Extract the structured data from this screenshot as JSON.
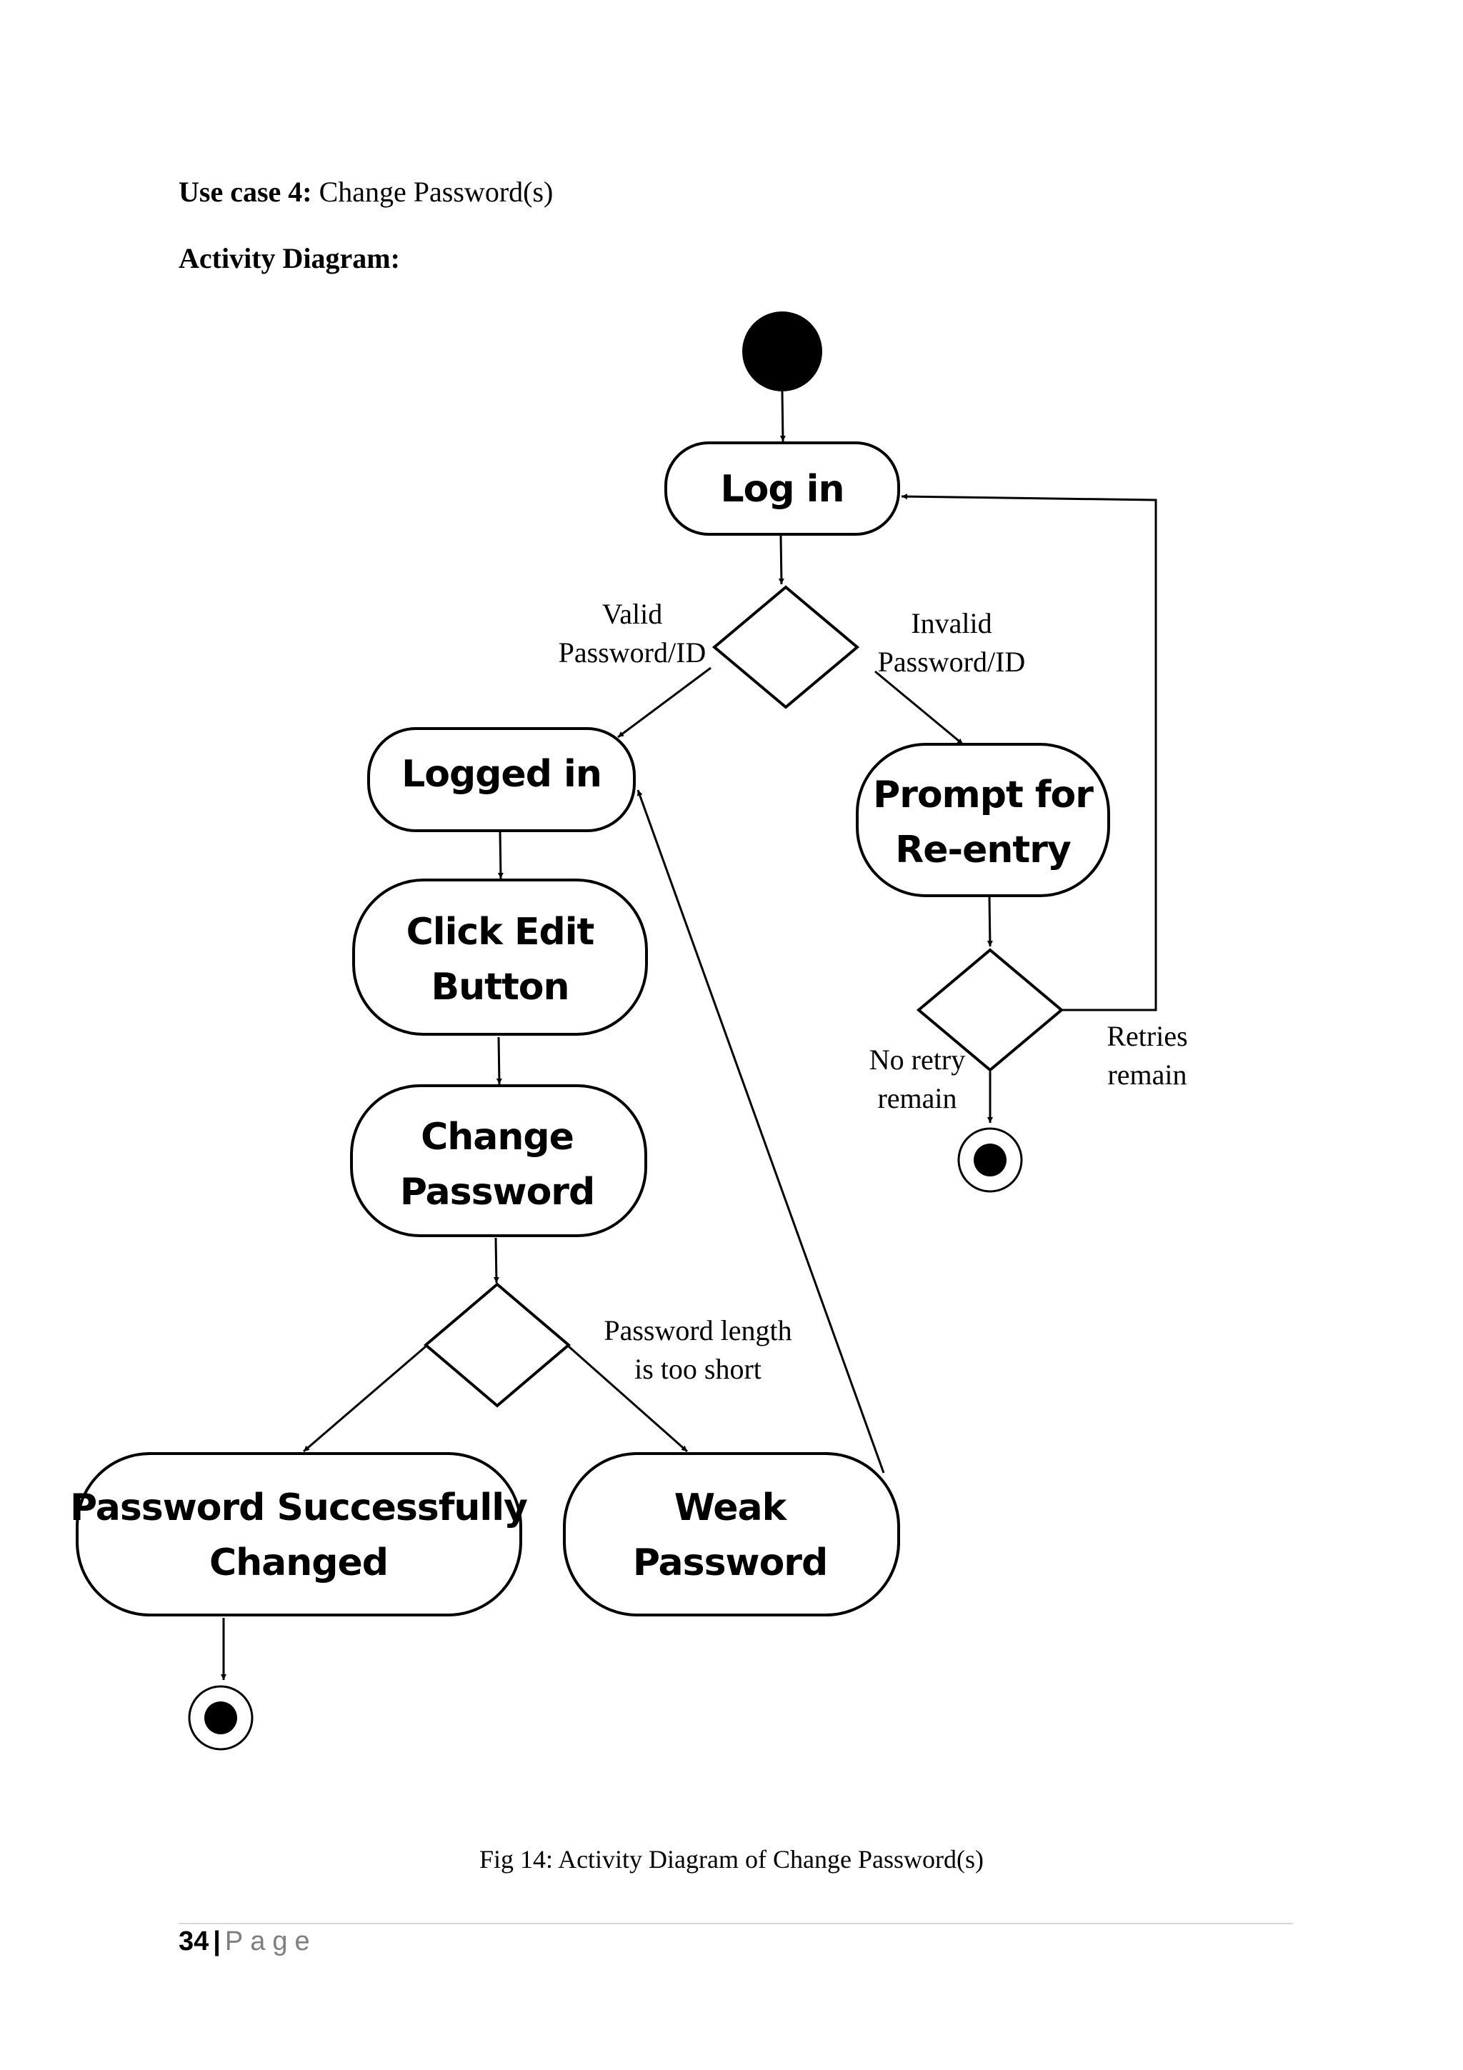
{
  "header": {
    "use_case_label": "Use case 4:",
    "use_case_title": "Change Password(s)",
    "diagram_heading": "Activity Diagram:"
  },
  "nodes": {
    "log_in": "Log in",
    "logged_in": "Logged in",
    "prompt_line1": "Prompt for",
    "prompt_line2": "Re-entry",
    "click_edit_line1": "Click Edit",
    "click_edit_line2": "Button",
    "change_pw_line1": "Change",
    "change_pw_line2": "Password",
    "success_line1": "Password Successfully",
    "success_line2": "Changed",
    "weak_line1": "Weak",
    "weak_line2": "Password"
  },
  "labels": {
    "valid_line1": "Valid",
    "valid_line2": "Password/ID",
    "invalid_line1": "Invalid",
    "invalid_line2": "Password/ID",
    "no_retry_line1": "No retry",
    "no_retry_line2": "remain",
    "retries_line1": "Retries",
    "retries_line2": "remain",
    "short_line1": "Password length",
    "short_line2": "is too short"
  },
  "caption": "Fig 14: Activity Diagram of Change Password(s)",
  "footer": {
    "page_number": "34",
    "separator": "|",
    "page_word": "Page"
  }
}
